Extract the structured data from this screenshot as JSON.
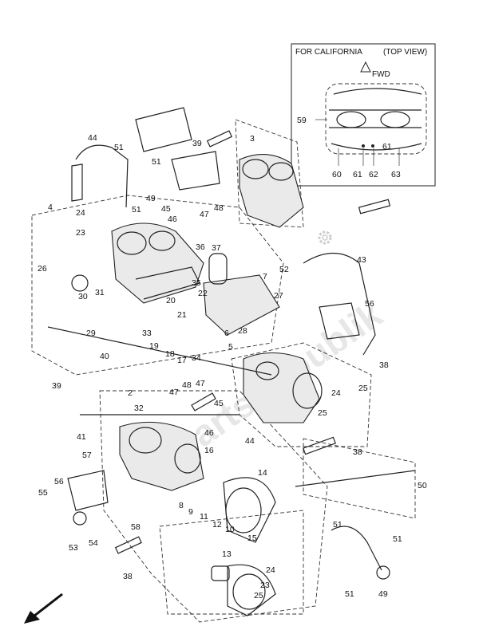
{
  "inset": {
    "title_left": "FOR CALIFORNIA",
    "title_right": "(TOP VIEW)",
    "fwd_label": "FWD",
    "labels": [
      "59",
      "60",
      "61",
      "62",
      "63",
      "61"
    ]
  },
  "watermark": "PartsRepublik",
  "callouts": [
    "44",
    "51",
    "39",
    "51",
    "49",
    "51",
    "3",
    "4",
    "24",
    "23",
    "45",
    "47",
    "48",
    "46",
    "36",
    "37",
    "26",
    "30",
    "31",
    "35",
    "22",
    "52",
    "43",
    "7",
    "27",
    "20",
    "21",
    "33",
    "19",
    "18",
    "17",
    "34",
    "29",
    "40",
    "39",
    "6",
    "5",
    "28",
    "56",
    "38",
    "2",
    "32",
    "47",
    "48",
    "47",
    "41",
    "45",
    "46",
    "44",
    "24",
    "25",
    "25",
    "57",
    "56",
    "55",
    "16",
    "14",
    "38",
    "50",
    "8",
    "9",
    "11",
    "12",
    "10",
    "15",
    "58",
    "53",
    "54",
    "51",
    "51",
    "13",
    "24",
    "23",
    "25",
    "38",
    "51",
    "49"
  ],
  "icons": {
    "direction_arrow": "front-direction-arrow-icon",
    "gear": "gear-icon"
  }
}
